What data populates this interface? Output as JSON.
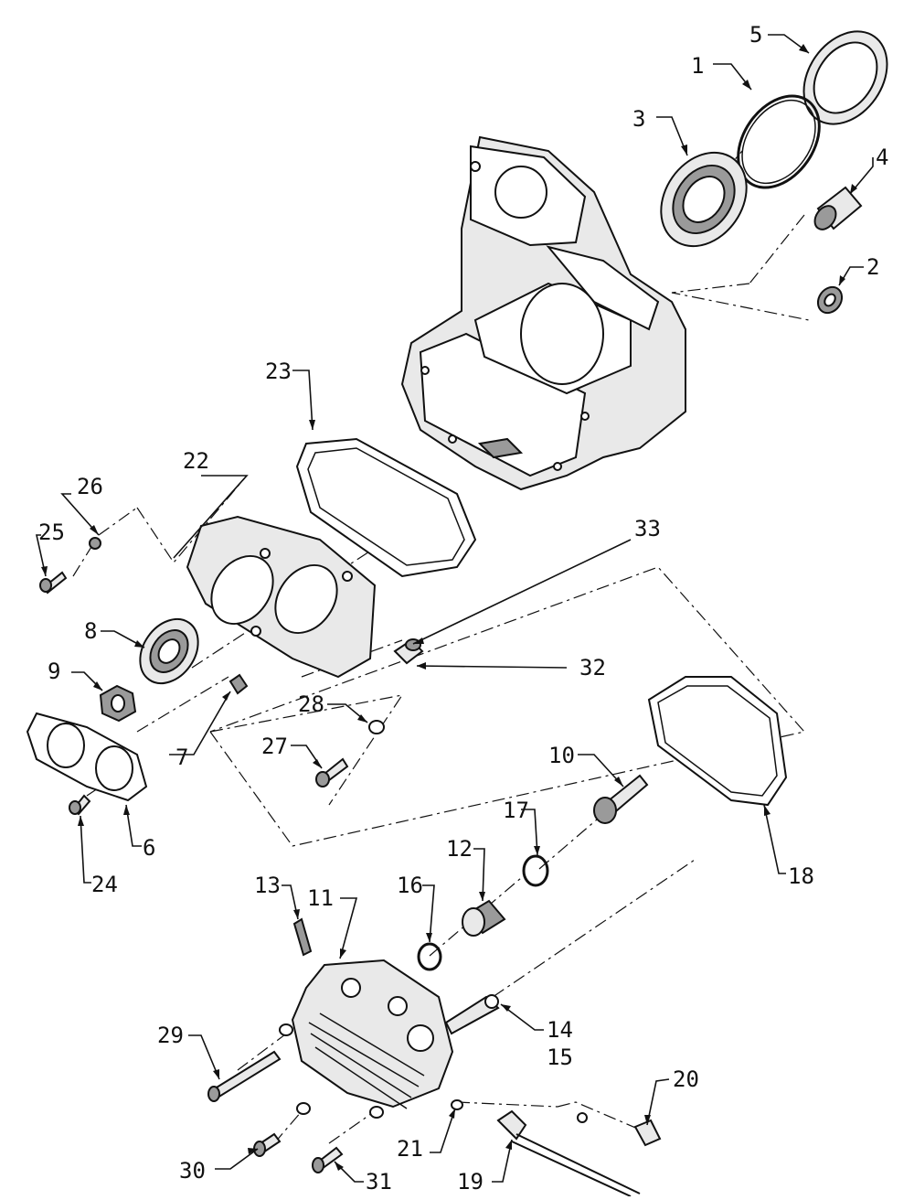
{
  "callouts": [
    {
      "id": "c1",
      "text": "1"
    },
    {
      "id": "c2",
      "text": "2"
    },
    {
      "id": "c3",
      "text": "3"
    },
    {
      "id": "c4",
      "text": "4"
    },
    {
      "id": "c5",
      "text": "5"
    },
    {
      "id": "c6",
      "text": "6"
    },
    {
      "id": "c7",
      "text": "7"
    },
    {
      "id": "c8",
      "text": "8"
    },
    {
      "id": "c9",
      "text": "9"
    },
    {
      "id": "c10",
      "text": "10"
    },
    {
      "id": "c11",
      "text": "11"
    },
    {
      "id": "c12",
      "text": "12"
    },
    {
      "id": "c13",
      "text": "13"
    },
    {
      "id": "c14",
      "text": "14"
    },
    {
      "id": "c15",
      "text": "15"
    },
    {
      "id": "c16",
      "text": "16"
    },
    {
      "id": "c17",
      "text": "17"
    },
    {
      "id": "c18",
      "text": "18"
    },
    {
      "id": "c19",
      "text": "19"
    },
    {
      "id": "c20",
      "text": "20"
    },
    {
      "id": "c21",
      "text": "21"
    },
    {
      "id": "c22",
      "text": "22"
    },
    {
      "id": "c23",
      "text": "23"
    },
    {
      "id": "c24",
      "text": "24"
    },
    {
      "id": "c25",
      "text": "25"
    },
    {
      "id": "c26",
      "text": "26"
    },
    {
      "id": "c27",
      "text": "27"
    },
    {
      "id": "c28",
      "text": "28"
    },
    {
      "id": "c29",
      "text": "29"
    },
    {
      "id": "c30",
      "text": "30"
    },
    {
      "id": "c31",
      "text": "31"
    },
    {
      "id": "c32",
      "text": "32"
    },
    {
      "id": "c33",
      "text": "33"
    }
  ],
  "colors": {
    "line": "#111111",
    "part_fill": "#e9e9e9",
    "shade": "#9a9a9a",
    "background": "#ffffff"
  }
}
